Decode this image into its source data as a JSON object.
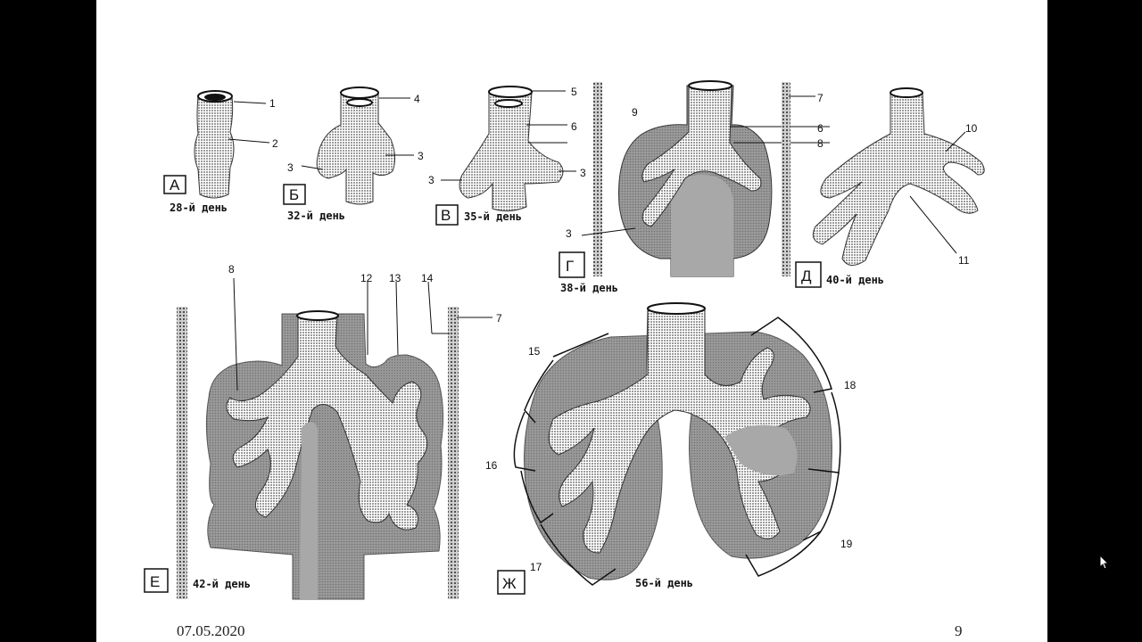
{
  "stages": [
    {
      "letter": "А",
      "day": "28-й день"
    },
    {
      "letter": "Б",
      "day": "32-й день"
    },
    {
      "letter": "В",
      "day": "35-й день"
    },
    {
      "letter": "Г",
      "day": "38-й день"
    },
    {
      "letter": "Д",
      "day": "40-й день"
    },
    {
      "letter": "Е",
      "day": "42-й день"
    },
    {
      "letter": "Ж",
      "day": "56-й день"
    }
  ],
  "labels": {
    "n1": "1",
    "n2": "2",
    "n3": "3",
    "n4": "4",
    "n5": "5",
    "n6": "6",
    "n7": "7",
    "n8": "8",
    "n9": "9",
    "n10": "10",
    "n11": "11",
    "n12": "12",
    "n13": "13",
    "n14": "14",
    "n15": "15",
    "n16": "16",
    "n17": "17",
    "n18": "18",
    "n19": "19"
  },
  "footer": {
    "date": "07.05.2020",
    "page": "9"
  },
  "colors": {
    "stipple": "#8c8c8c",
    "background": "#ffffff",
    "letterbox": "#111111"
  }
}
